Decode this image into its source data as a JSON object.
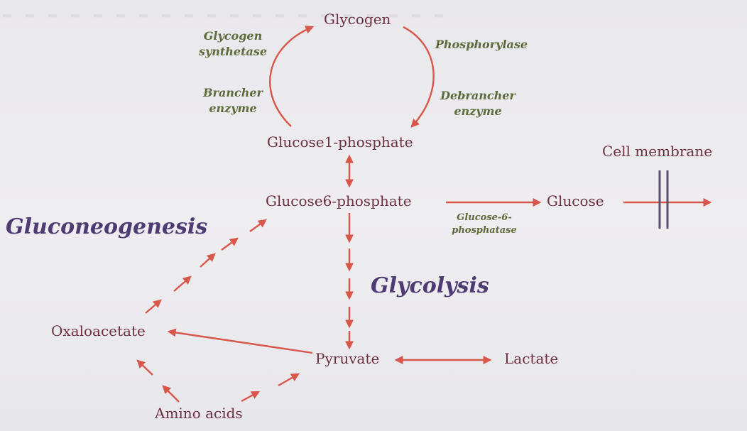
{
  "nodes": {
    "glycogen": "Glycogen",
    "g1p": "Glucose1-phosphate",
    "g6p": "Glucose6-phosphate",
    "glucose": "Glucose",
    "cell_membrane": "Cell membrane",
    "pyruvate": "Pyruvate",
    "lactate": "Lactate",
    "oxaloacetate": "Oxaloacetate",
    "amino_acids": "Amino acids"
  },
  "enzymes": {
    "glycogen_synthetase_line1": "Glycogen",
    "glycogen_synthetase_line2": "synthetase",
    "brancher_line1": "Brancher",
    "brancher_line2": "enzyme",
    "phosphorylase": "Phosphorylase",
    "debrancher_line1": "Debrancher",
    "debrancher_line2": "enzyme",
    "g6pase_line1": "Glucose-6-",
    "g6pase_line2": "phosphatase"
  },
  "pathways": {
    "gluconeogenesis": "Gluconeogenesis",
    "glycolysis": "Glycolysis"
  },
  "colors": {
    "arrow": "#d9574a",
    "node_text": "#6e3040",
    "enzyme_text": "#5d6a3a",
    "pathway_text": "#4e3b74",
    "membrane": "#5b4f6e"
  }
}
